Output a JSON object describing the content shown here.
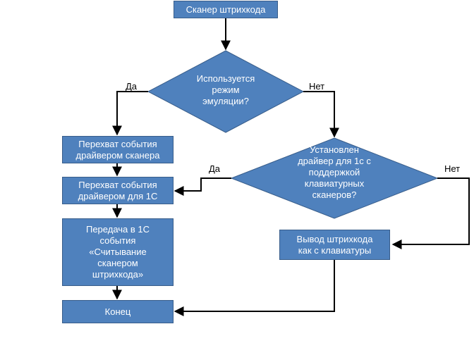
{
  "nodes": {
    "start": "Сканер штрихкода",
    "decision_emulation": "Используется\nрежим\nэмуляции?",
    "intercept_scanner": "Перехват события\nдрайвером сканера",
    "intercept_1c": "Перехват события\nдрайвером для 1С",
    "transfer_1c": "Передача в 1С\nсобытия\n«Считывание\nсканером\nштрихкода»",
    "end": "Конец",
    "decision_driver": "Установлен\nдрайвер для 1с с\nподдержкой\nклавиатурных\nсканеров?",
    "keyboard_output": "Вывод штрихкода\nкак с клавиатуры"
  },
  "edges": {
    "emulation_yes": "Да",
    "emulation_no": "Нет",
    "driver_yes": "Да",
    "driver_no": "Нет"
  },
  "colors": {
    "node_fill": "#4f81bd",
    "node_border": "#385d8a",
    "connector": "#000000"
  }
}
